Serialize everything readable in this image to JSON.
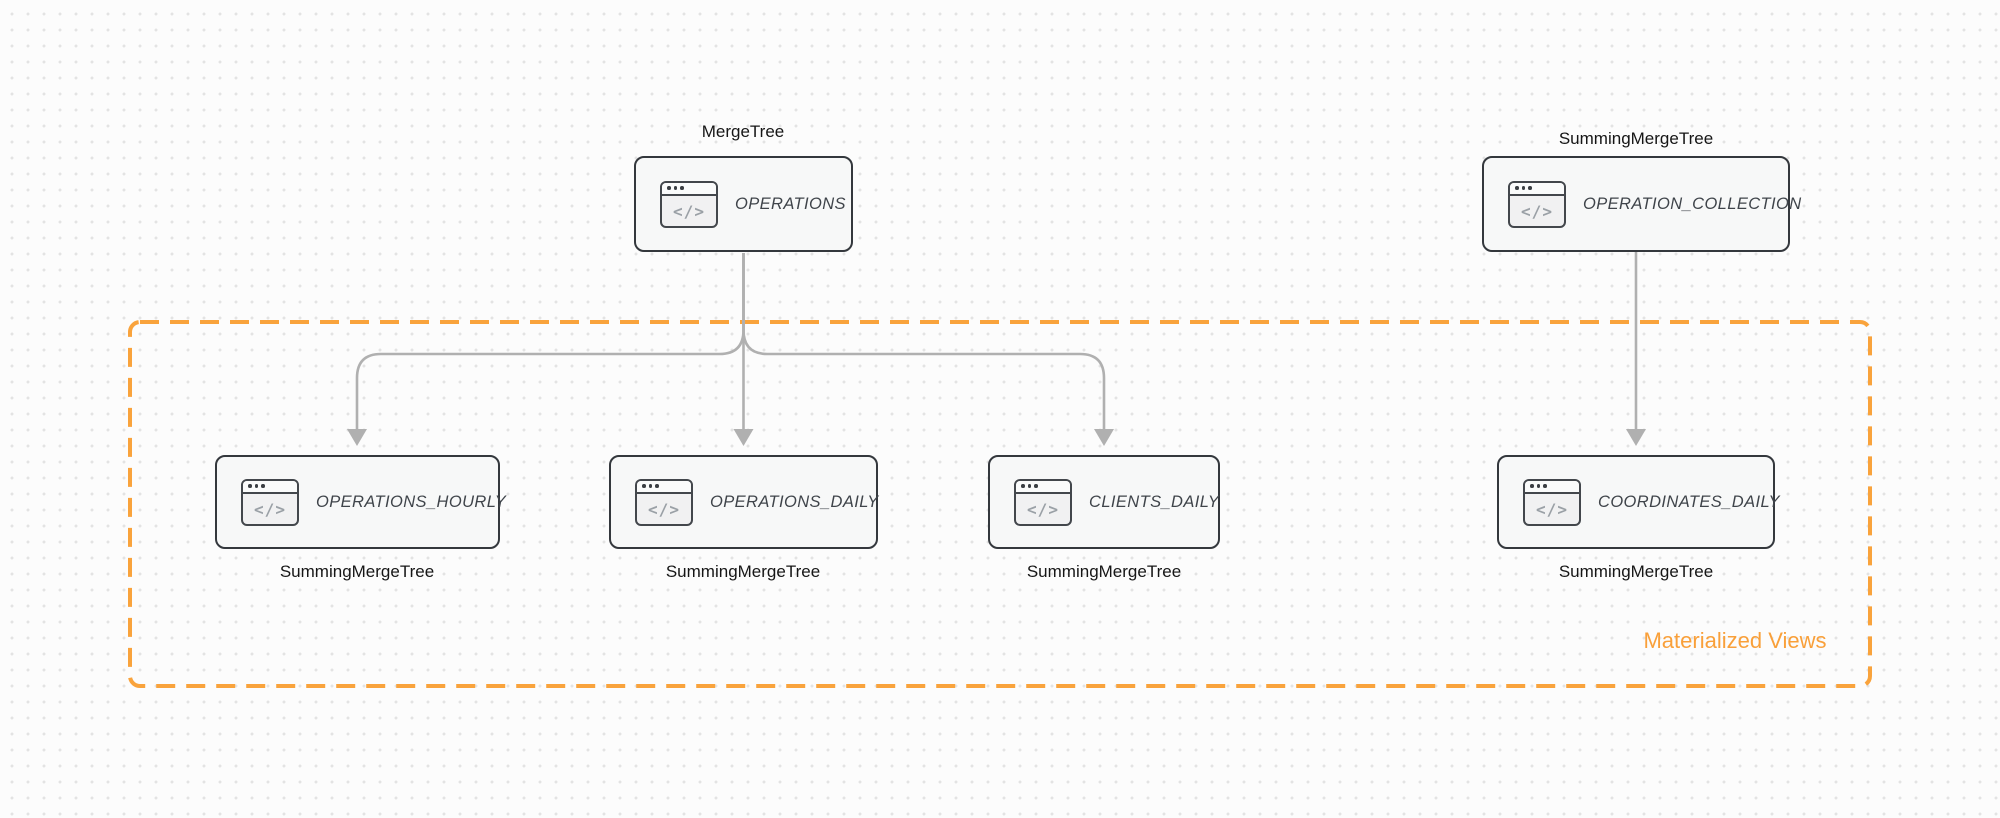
{
  "diagram": {
    "group_label": "Materialized Views",
    "icon_glyph": "</>",
    "nodes": [
      {
        "title": "OPERATIONS",
        "engine": "MergeTree"
      },
      {
        "title": "OPERATION_COLLECTION",
        "engine": "SummingMergeTree"
      },
      {
        "title": "OPERATIONS_HOURLY",
        "engine": "SummingMergeTree"
      },
      {
        "title": "OPERATIONS_DAILY",
        "engine": "SummingMergeTree"
      },
      {
        "title": "CLIENTS_DAILY",
        "engine": "SummingMergeTree"
      },
      {
        "title": "COORDINATES_DAILY",
        "engine": "SummingMergeTree"
      }
    ],
    "colors": {
      "accent_orange": "#F9A33C",
      "node_border": "#34383D",
      "node_fill": "#F7F8F8",
      "arrow_gray": "#B0B0B0",
      "background": "#FCFCFC"
    }
  }
}
